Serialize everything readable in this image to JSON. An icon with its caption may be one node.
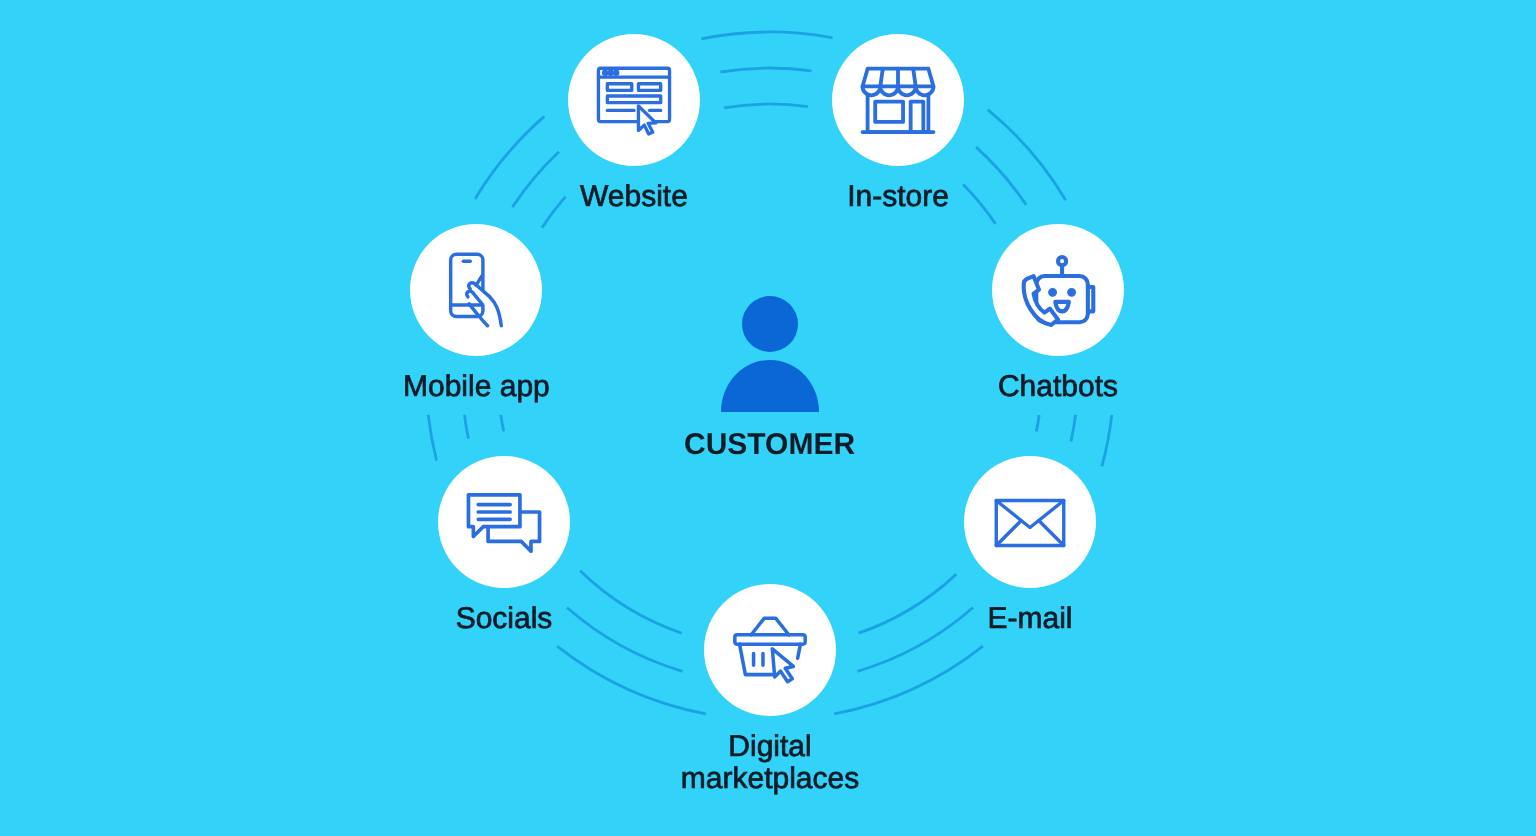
{
  "diagram": {
    "nodes": [
      {
        "text": [
          "Website"
        ]
      },
      {
        "text": [
          "In-store"
        ]
      },
      {
        "text": [
          "Mobile app"
        ]
      },
      {
        "text": [
          "Chatbots"
        ]
      },
      {
        "text": [
          "Socials"
        ]
      },
      {
        "text": [
          "E-mail"
        ]
      },
      {
        "text": [
          "Digital marketplaces"
        ]
      }
    ],
    "labels": [
      "CUSTOMER"
    ]
  }
}
